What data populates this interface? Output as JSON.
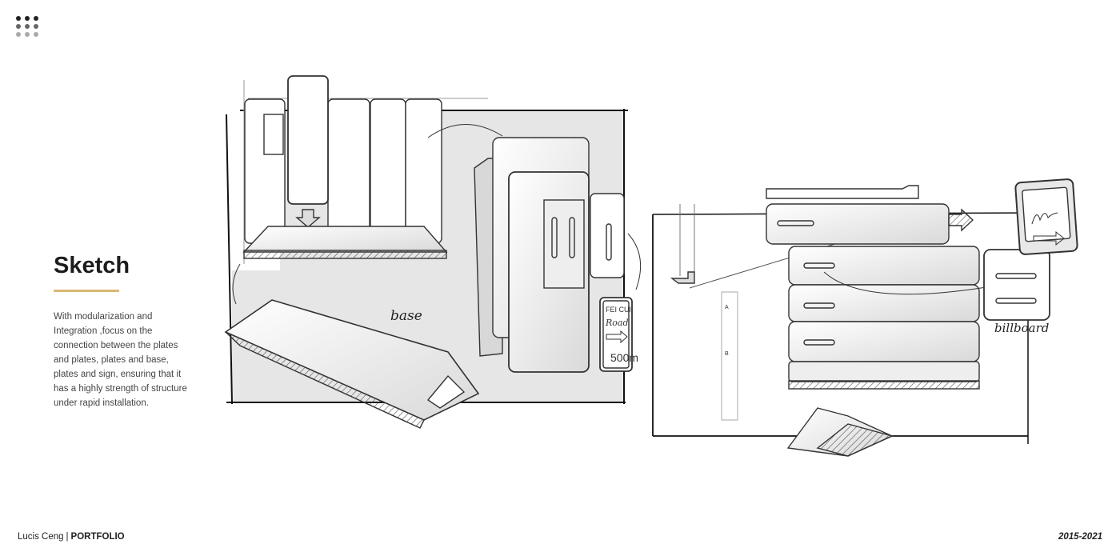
{
  "menu": {
    "icon": "grid-dots-icon",
    "colors": [
      "#222222",
      "#666666",
      "#aaaaaa"
    ]
  },
  "section": {
    "title": "Sketch",
    "accent_color": "#dcb874",
    "description": "With modularization and Integration ,focus on the connection between the plates and plates, plates and base, plates and sign, ensuring that it has a highly strength of structure under rapid installation."
  },
  "sketch_labels": {
    "base": "base",
    "billboard": "billboard",
    "sign_line1": "FEI CUI",
    "sign_line2": "Road",
    "sign_line3": "500m",
    "joint_a": "A",
    "joint_b": "B"
  },
  "footer": {
    "author": "Lucis Ceng",
    "separator": "|",
    "label": "PORTFOLIO",
    "years": "2015-2021"
  }
}
